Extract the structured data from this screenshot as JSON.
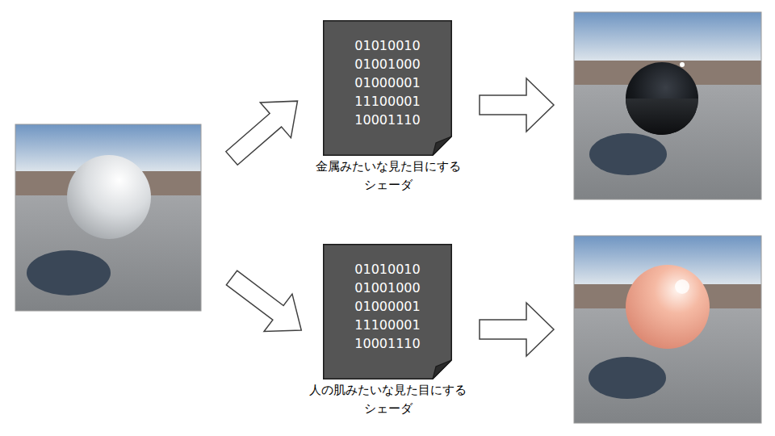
{
  "diagram": {
    "nodes": [
      {
        "text": [
          "01010010 01001000 01000001 11100001 10001110",
          "金属みたいな見た目にする シェーダ"
        ]
      },
      {
        "text": [
          "01010010 01001000 01000001 11100001 10001110",
          "人の肌みたいな見た目にする シェーダ"
        ]
      }
    ]
  }
}
